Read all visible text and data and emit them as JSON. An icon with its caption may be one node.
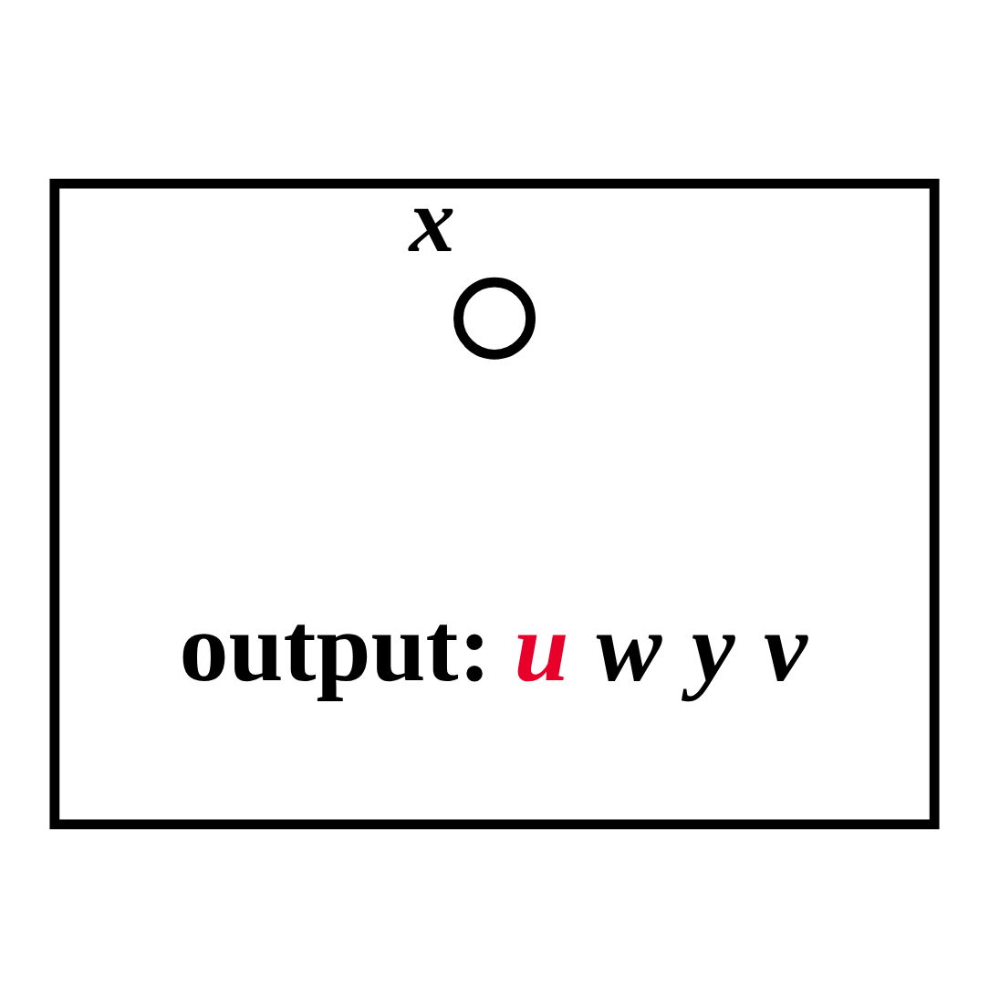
{
  "diagram": {
    "nodes": [
      {
        "text": [],
        "shape": "box"
      },
      {
        "text": [],
        "shape": "circle",
        "beside": [
          "x"
        ],
        "in": 0
      }
    ],
    "labels": [
      "output:",
      "u",
      "w",
      "y",
      "v"
    ]
  }
}
